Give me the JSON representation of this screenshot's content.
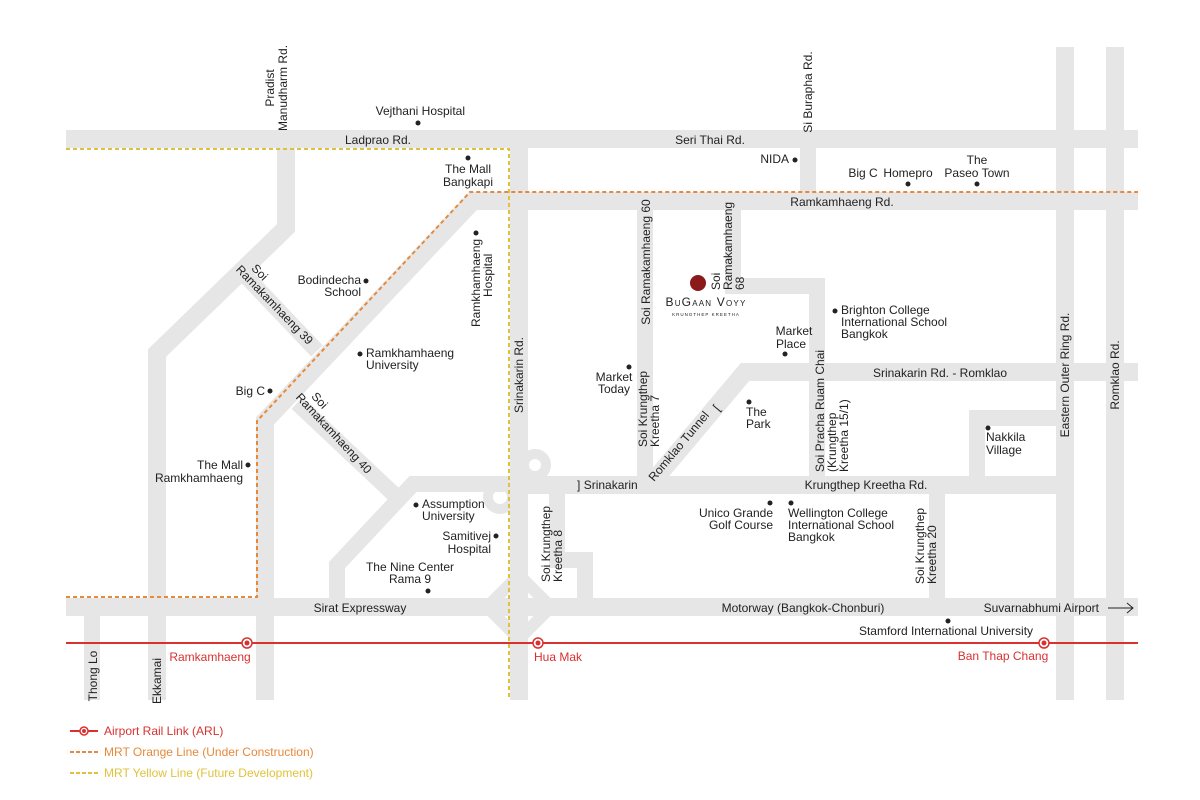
{
  "colors": {
    "road": "#e6e6e6",
    "arl": "#d9312f",
    "orange_line": "#e6893a",
    "yellow_line": "#e0c23a",
    "project": "#8b1a1a"
  },
  "project": {
    "name": "BuGaan Voyy",
    "subtitle": "KRUNGTHEP KREETHA"
  },
  "roads": {
    "ladprao": "Ladprao Rd.",
    "seri_thai": "Seri Thai Rd.",
    "ramkamhaeng": "Ramkamhaeng Rd.",
    "srinakarin": "Srinakarin Rd.",
    "sirat": "Sirat Expressway",
    "motorway": "Motorway (Bangkok-Chonburi)",
    "suvarnabhumi": "Suvarnabhumi Airport",
    "krungthep_kreetha": "Krungthep Kreetha Rd.",
    "srinakarin_romklao": "Srinakarin Rd. - Romklao",
    "eastern_outer_ring": "Eastern Outer Ring Rd.",
    "romklao": "Romklao Rd.",
    "si_burapha": "Si Burapha Rd.",
    "pradist": [
      "Pradist",
      "Manudharm Rd."
    ],
    "soi39": [
      "Soi",
      "Ramakamhaeng 39"
    ],
    "soi40": [
      "Soi",
      "Ramakamhaeng 40"
    ],
    "soi60": "Soi Ramakamhaeng 60",
    "soi68": [
      "Soi",
      "Ramakamhaeng",
      "68"
    ],
    "kreetha7": [
      "Soi Krungthep",
      "Kreetha 7"
    ],
    "kreetha8": [
      "Soi Krungthep",
      "Kreetha 8"
    ],
    "kreetha20": [
      "Soi Krungthep",
      "Kreetha 20"
    ],
    "pracha": [
      "Soi Pracha Ruam Chai",
      "(Krungthep",
      "Kreetha 15/1)"
    ],
    "romklao_tunnel": "Romklao Tunnel",
    "srinakarin_tunnel": "Srinakarin",
    "thong_lo": "Thong Lo",
    "ekkamai": "Ekkamai"
  },
  "places": {
    "vejthani": "Vejthani Hospital",
    "mall_bangkapi": [
      "The Mall",
      "Bangkapi"
    ],
    "nida": "NIDA",
    "bigc_top": "Big C",
    "homepro": "Homepro",
    "paseo": [
      "The",
      "Paseo Town"
    ],
    "bodindecha": [
      "Bodindecha",
      "School"
    ],
    "ram_hospital": [
      "Ramkhamhaeng",
      "Hospital"
    ],
    "ram_university": [
      "Ramkhamhaeng",
      "University"
    ],
    "bigc_left": "Big C",
    "mall_ram": [
      "The Mall",
      "Ramkhamhaeng"
    ],
    "assumption": [
      "Assumption",
      "University"
    ],
    "samitivej": [
      "Samitivej",
      "Hospital"
    ],
    "nine_center": [
      "The Nine Center",
      "Rama 9"
    ],
    "market_today": [
      "Market",
      "Today"
    ],
    "market_place": [
      "Market",
      "Place"
    ],
    "the_park": [
      "The",
      "Park"
    ],
    "brighton": [
      "Brighton College",
      "International School",
      "Bangkok"
    ],
    "nakkila": [
      "Nakkila",
      "Village"
    ],
    "unico": [
      "Unico Grande",
      "Golf Course"
    ],
    "wellington": [
      "Wellington College",
      "International School",
      "Bangkok"
    ],
    "stamford": "Stamford International University"
  },
  "stations": {
    "ramkamhaeng": "Ramkamhaeng",
    "hua_mak": "Hua Mak",
    "ban_thap_chang": "Ban Thap Chang"
  },
  "legend": [
    {
      "label": "Airport Rail Link (ARL)"
    },
    {
      "label": "MRT Orange Line (Under Construction)"
    },
    {
      "label": "MRT Yellow Line (Future Development)"
    }
  ]
}
